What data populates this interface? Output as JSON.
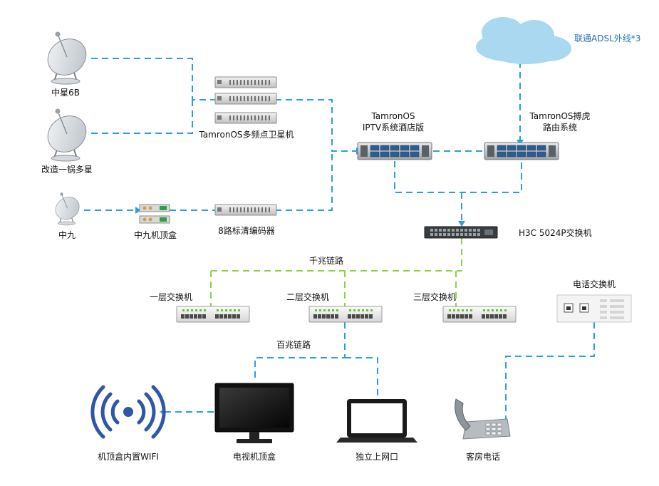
{
  "labels": {
    "dish1": "中星6B",
    "dish2": "改造一锅多星",
    "dish3": "中九",
    "sat_receiver": "TamronOS多频点卫星机",
    "stb_zhongjiu": "中九机顶盒",
    "encoder": "8路标清编码器",
    "iptv_line1": "TamronOS",
    "iptv_line2": "IPTV系统酒店版",
    "router_line1": "TamronOS搏虎",
    "router_line2": "路由系统",
    "cloud": "联通ADSL外线*3",
    "core_switch": "H3C 5024P交换机",
    "gigabit": "千兆链路",
    "floor1": "一层交换机",
    "floor2": "二层交换机",
    "floor3": "三层交换机",
    "phone_switch": "电话交换机",
    "fast_link": "百兆链路",
    "wifi": "机顶盒内置WIFI",
    "tv": "电视机顶盒",
    "laptop": "独立上网口",
    "phone": "客房电话"
  },
  "colors": {
    "link_blue": "#2b9de0",
    "link_green": "#8fd04a",
    "wifi_blue": "#2f57a8",
    "cloud": "#a9d8f0"
  },
  "icons": [
    "satellite-dish-icon",
    "rack-server-icon",
    "set-top-box-icon",
    "cloud-icon",
    "network-switch-icon",
    "pbx-icon",
    "wifi-icon",
    "tv-monitor-icon",
    "laptop-icon",
    "telephone-icon"
  ]
}
